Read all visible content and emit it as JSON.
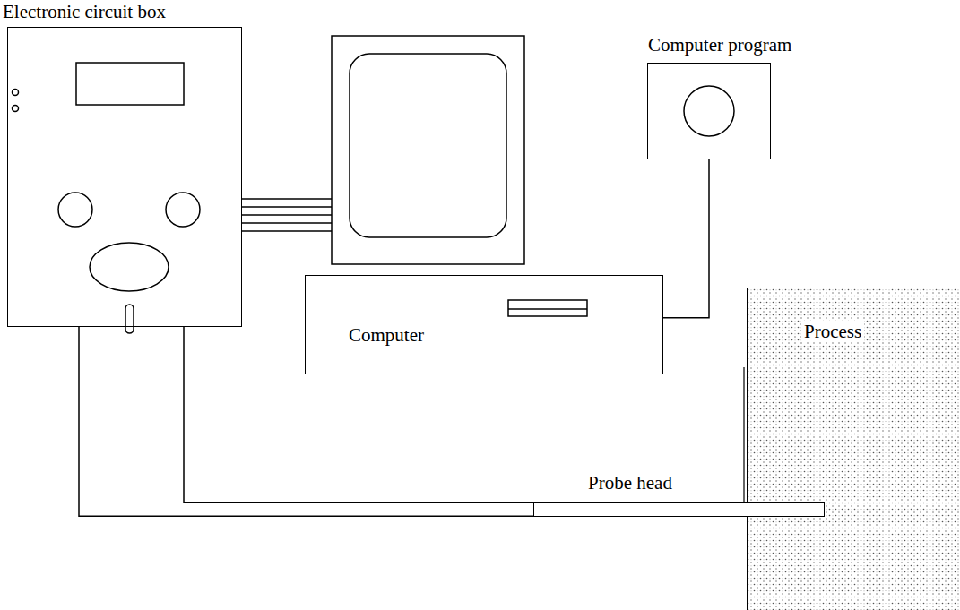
{
  "diagram": {
    "nodes": [
      {
        "text": [
          "Electronic circuit box"
        ]
      },
      {
        "text": [
          "Computer program"
        ]
      },
      {
        "text": [
          "Computer"
        ]
      },
      {
        "text": [
          "Process"
        ]
      },
      {
        "text": [
          "Probe head"
        ]
      }
    ],
    "edges": [
      {
        "from": 1,
        "to": 2,
        "arrow": "none"
      },
      {
        "from": 0,
        "to": 4,
        "arrow": "none"
      },
      {
        "from": 0,
        "to": 4,
        "arrow": "none"
      }
    ]
  }
}
